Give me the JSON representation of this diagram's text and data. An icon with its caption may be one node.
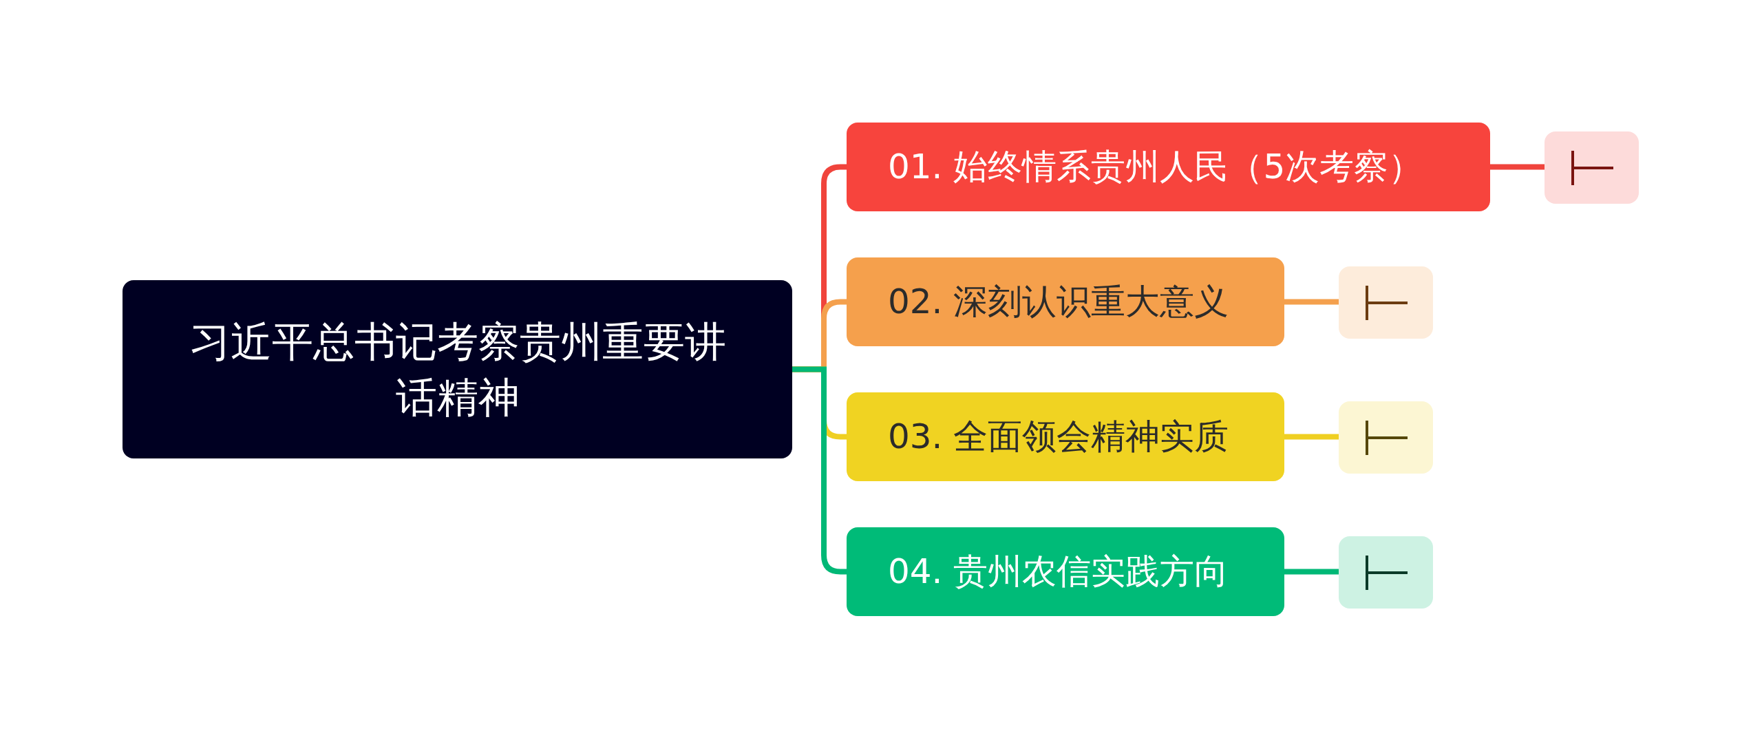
{
  "diagram": {
    "nodes": [
      {
        "text": [
          "习近平总书记考察贵州重要讲话精神"
        ]
      },
      {
        "text": [
          "01. 始终情系贵州人民（5次考察）"
        ]
      },
      {
        "text": [
          "02. 深刻认识重大意义"
        ]
      },
      {
        "text": [
          "03. 全面领会精神实质"
        ]
      },
      {
        "text": [
          "04. 贵州农信实践方向"
        ]
      },
      {
        "text": [],
        "shape": "box"
      },
      {
        "text": [],
        "shape": "box"
      },
      {
        "text": [],
        "shape": "box"
      },
      {
        "text": [],
        "shape": "box"
      }
    ],
    "edges": [
      {
        "from": 0,
        "to": 1,
        "arrow": "none",
        "color": "#f0443c"
      },
      {
        "from": 0,
        "to": 2,
        "arrow": "none",
        "color": "#f4a04d"
      },
      {
        "from": 0,
        "to": 3,
        "arrow": "none",
        "color": "#efcf22"
      },
      {
        "from": 0,
        "to": 4,
        "arrow": "none",
        "color": "#00b876"
      },
      {
        "from": 1,
        "to": 5,
        "arrow": "none",
        "color": "#f0443c"
      },
      {
        "from": 2,
        "to": 6,
        "arrow": "none",
        "color": "#f4a04d"
      },
      {
        "from": 3,
        "to": 7,
        "arrow": "none",
        "color": "#efcf22"
      },
      {
        "from": 4,
        "to": 8,
        "arrow": "none",
        "color": "#00b876"
      }
    ]
  }
}
